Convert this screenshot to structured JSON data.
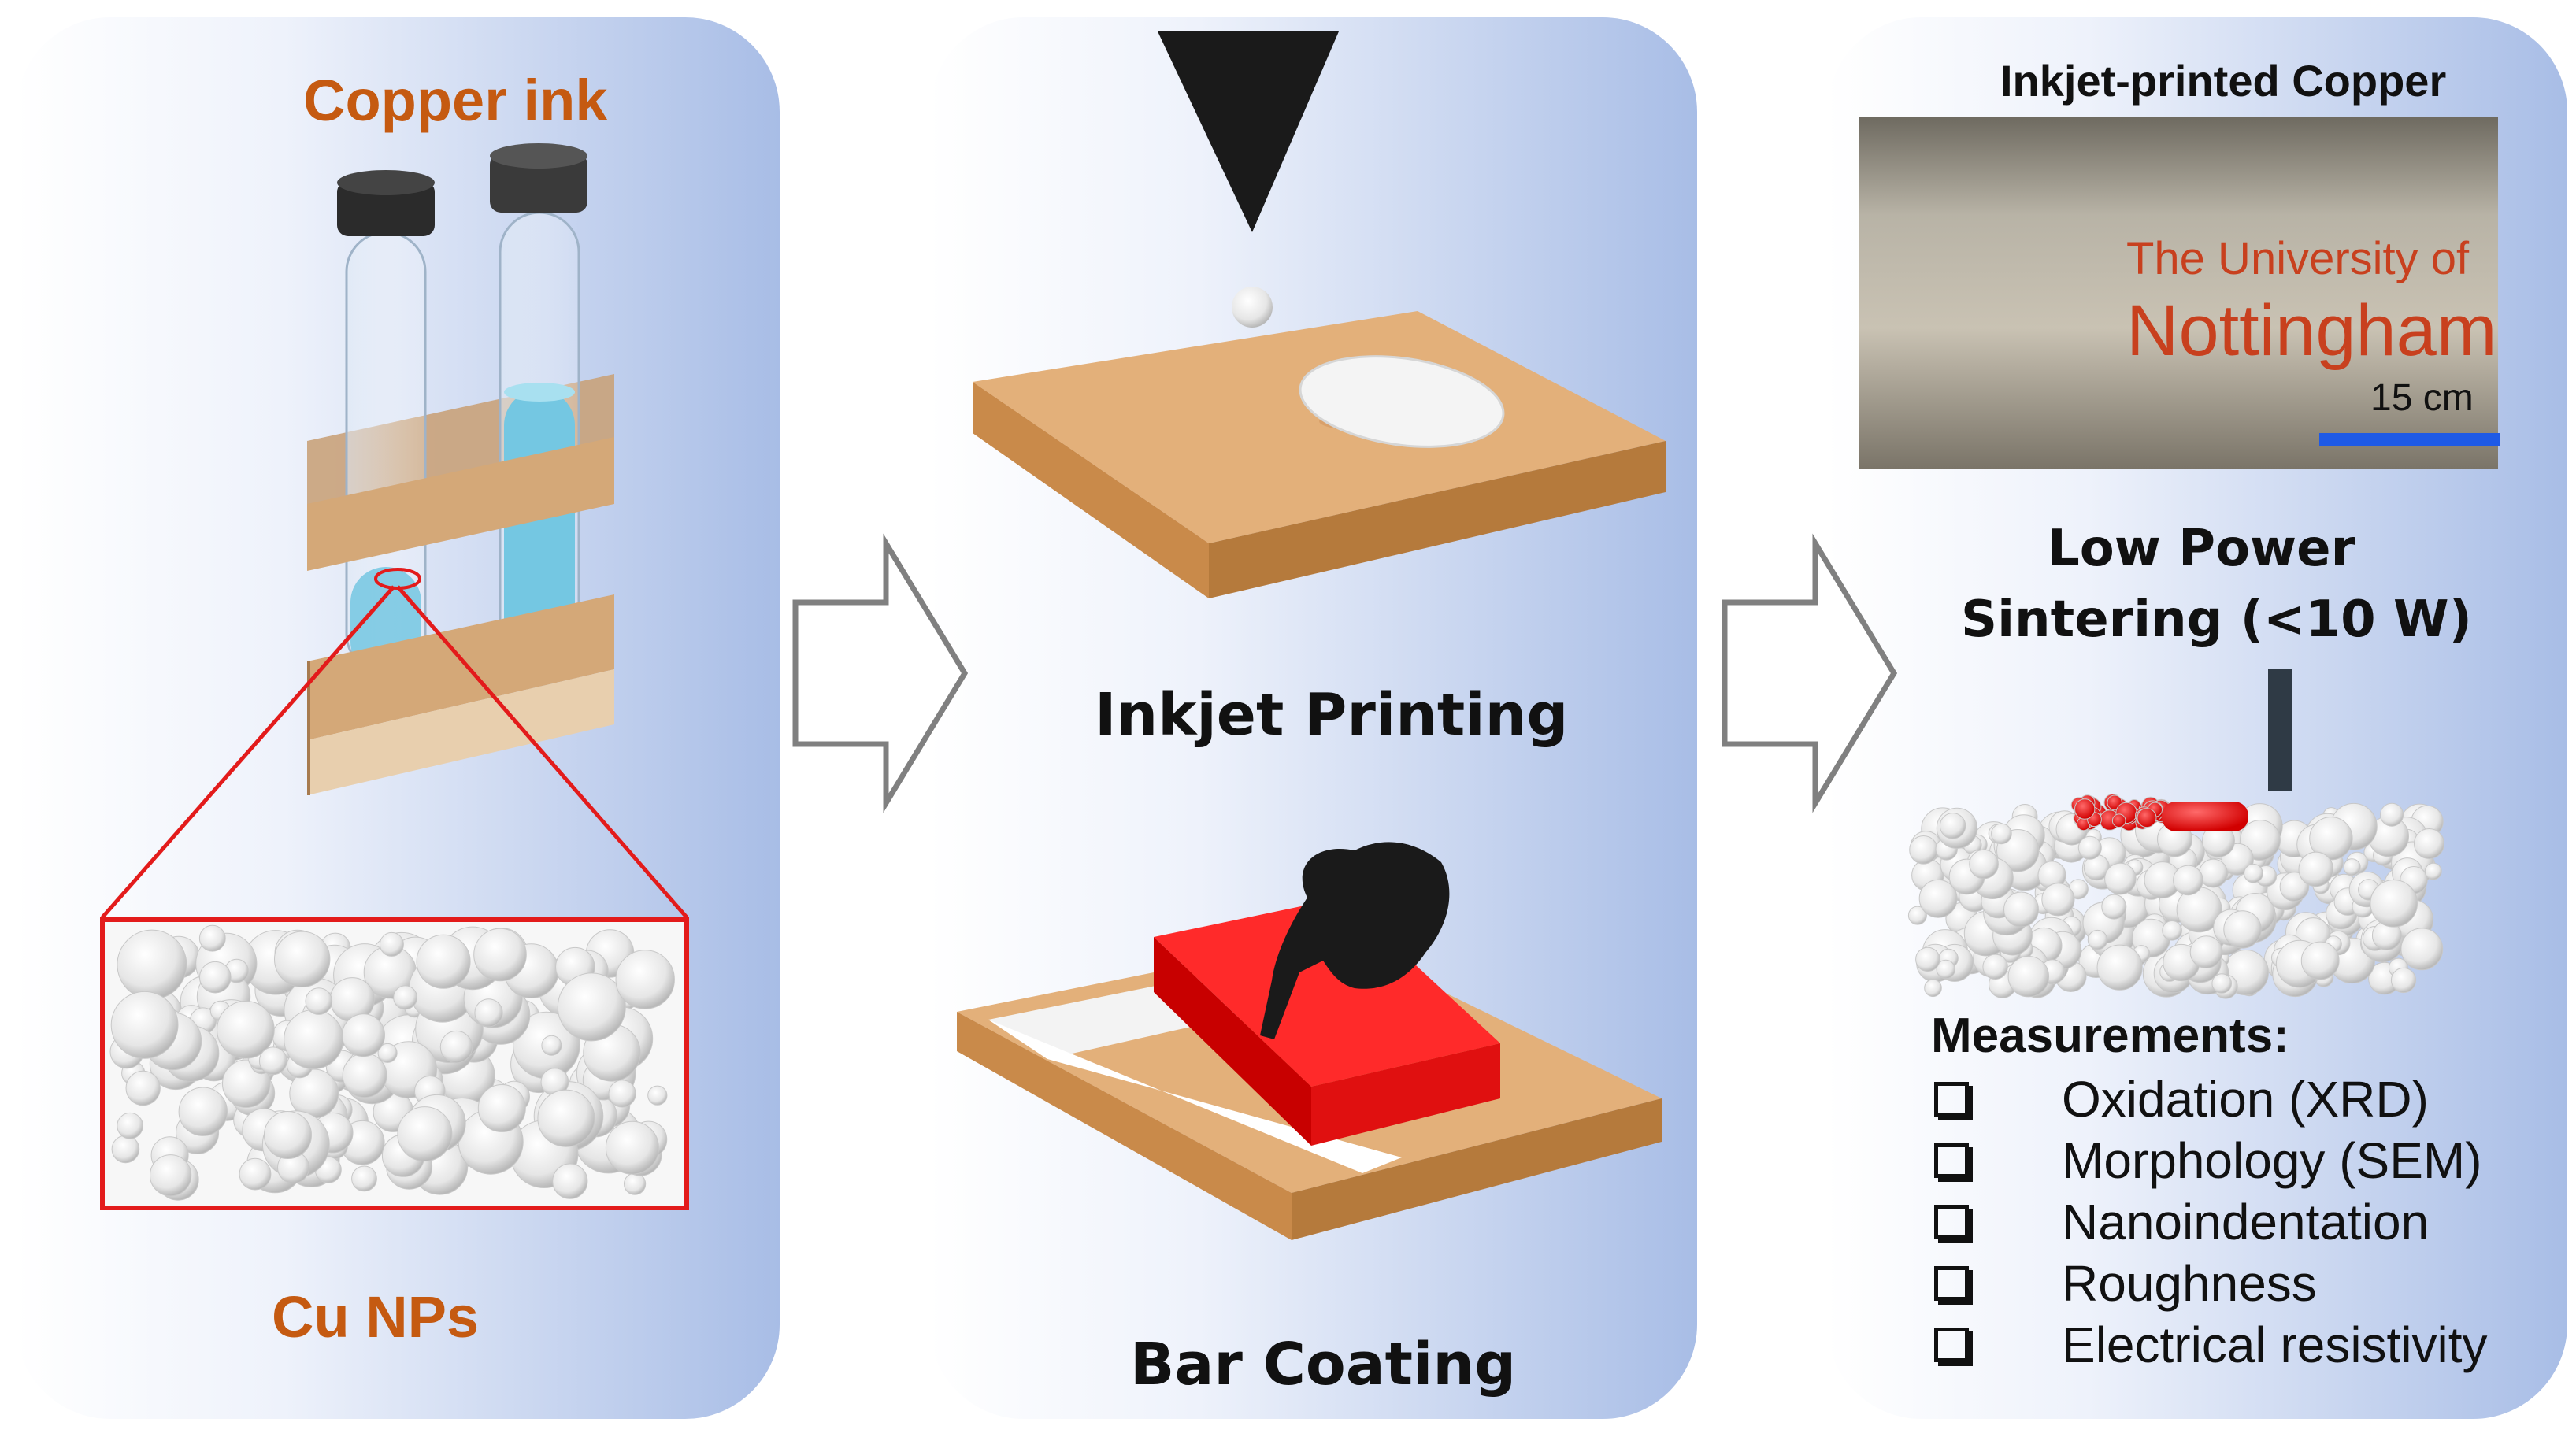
{
  "panel1": {
    "title": "Copper ink",
    "subtitle": "Cu NPs"
  },
  "panel2": {
    "step1": "Inkjet Printing",
    "step2": "Bar Coating"
  },
  "panel3": {
    "photo_title": "Inkjet-printed Copper",
    "logo_line1": "The University of",
    "logo_line2": "Nottingham",
    "scale_label": "15 cm",
    "sinter_line1": "Low Power",
    "sinter_line2": "Sintering (<10 W)",
    "measurements_title": "Measurements:",
    "measurements": [
      "Oxidation (XRD)",
      "Morphology (SEM)",
      "Nanoindentation",
      "Roughness",
      "Electrical resistivity"
    ]
  },
  "colors": {
    "orange": "#c55a11",
    "red": "#e31b1b",
    "wood": "#d9a26a",
    "blue_fluid": "#74c7e2",
    "scale_bar": "#1e5ae6"
  },
  "icons": [
    "test-tube-icon",
    "printer-nozzle-icon",
    "arrow-right-icon",
    "hand-icon",
    "university-crest-icon",
    "checkbox-icon"
  ]
}
